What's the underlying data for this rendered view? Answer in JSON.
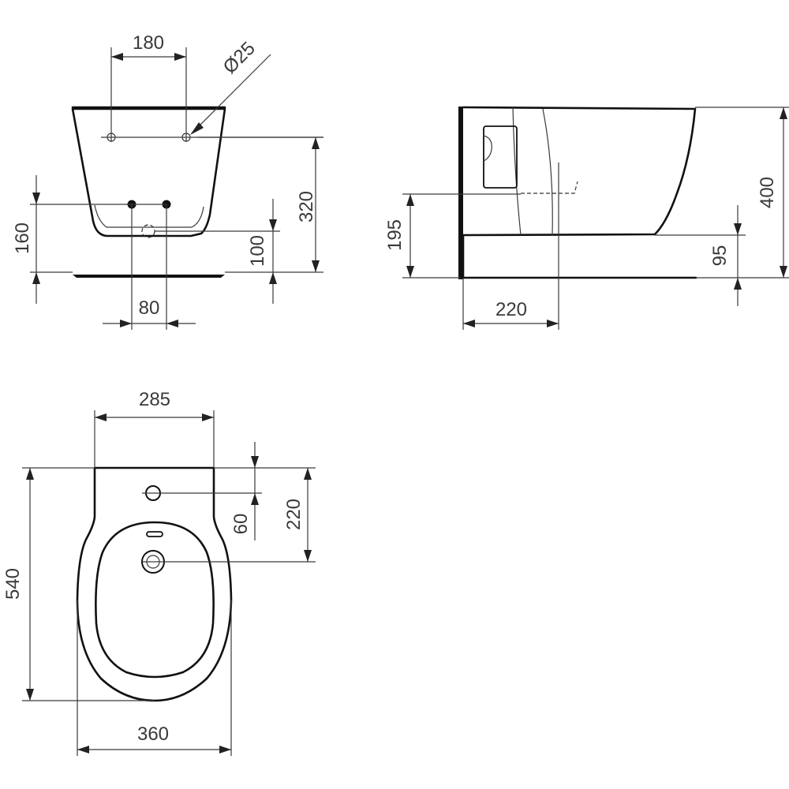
{
  "colors": {
    "line": "#111111",
    "dimension": "#3a3a3a",
    "background": "#ffffff"
  },
  "front_view": {
    "dim_horizontal_holes": "180",
    "dim_diameter": "Ø25",
    "dim_height_total": "320",
    "dim_height_left": "160",
    "dim_height_right": "100",
    "dim_bottom_spacing": "80"
  },
  "side_view": {
    "dim_height": "400",
    "dim_left_height": "195",
    "dim_bottom_height": "95",
    "dim_depth": "220"
  },
  "top_view": {
    "dim_top_width": "285",
    "dim_overall_width": "360",
    "dim_overall_length": "540",
    "dim_tap_offset": "60",
    "dim_drain_offset": "220"
  }
}
